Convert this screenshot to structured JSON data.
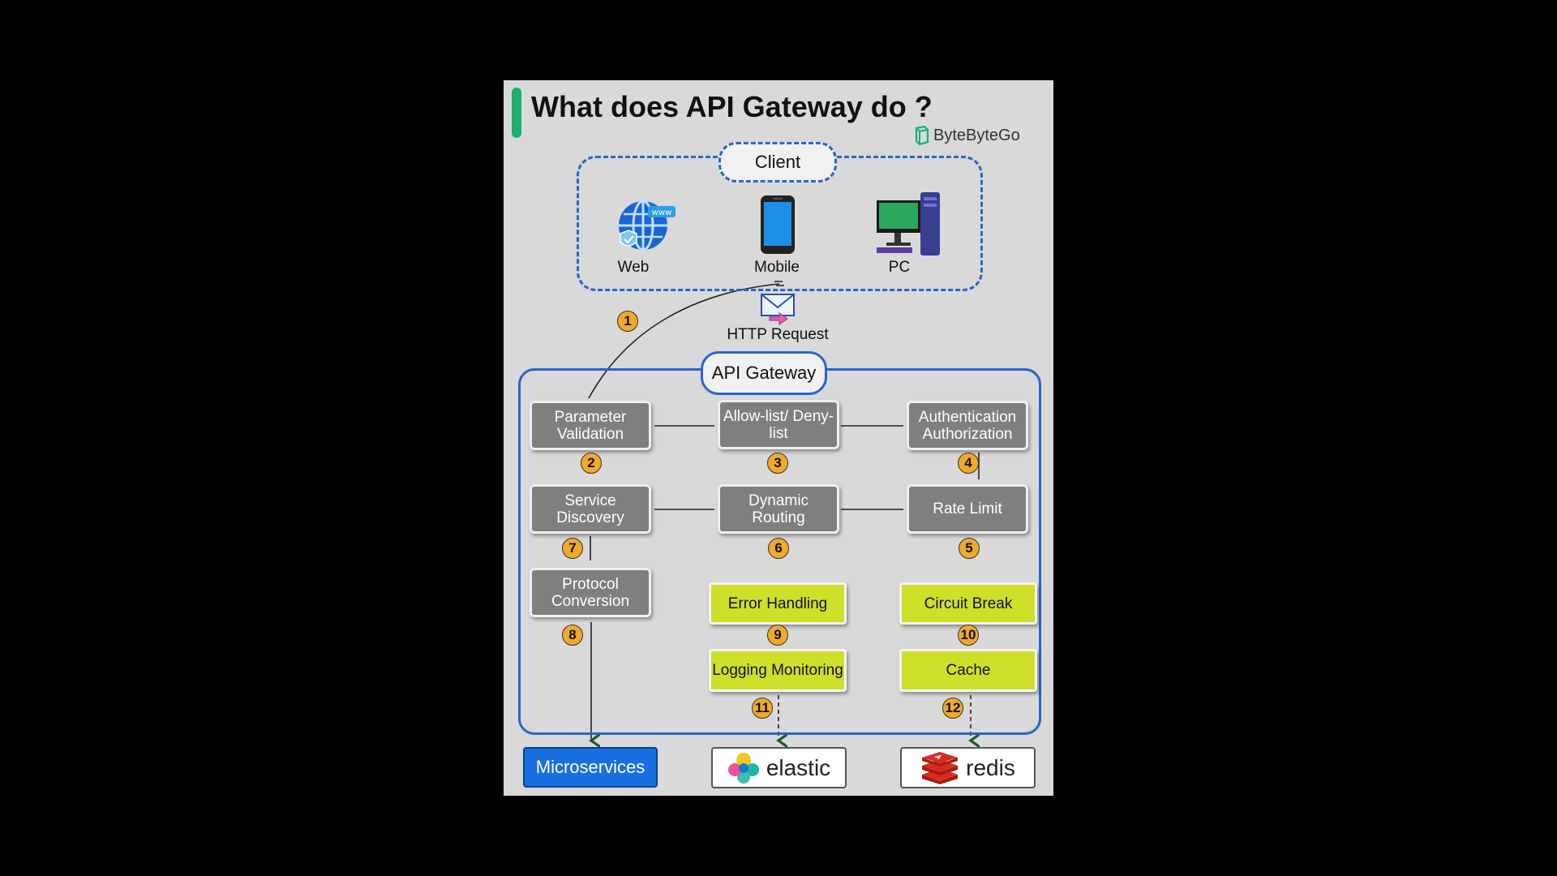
{
  "title": "What does API Gateway do ?",
  "brand": "ByteByteGo",
  "client": {
    "label": "Client",
    "devices": [
      {
        "label": "Web",
        "icon": "web-globe-icon"
      },
      {
        "label": "Mobile",
        "icon": "mobile-phone-icon"
      },
      {
        "label": "PC",
        "icon": "desktop-pc-icon"
      }
    ]
  },
  "request": {
    "label": "HTTP Request",
    "icon": "envelope-icon"
  },
  "gateway": {
    "label": "API Gateway",
    "steps": [
      {
        "num": "1"
      },
      {
        "num": "2",
        "label": "Parameter Validation"
      },
      {
        "num": "3",
        "label": "Allow-list/ Deny-list"
      },
      {
        "num": "4",
        "label": "Authentication Authorization"
      },
      {
        "num": "5",
        "label": "Rate Limit"
      },
      {
        "num": "6",
        "label": "Dynamic Routing"
      },
      {
        "num": "7",
        "label": "Service Discovery"
      },
      {
        "num": "8",
        "label": "Protocol Conversion"
      },
      {
        "num": "9",
        "label": "Error Handling"
      },
      {
        "num": "10",
        "label": "Circuit Break"
      },
      {
        "num": "11",
        "label": "Logging Monitoring"
      },
      {
        "num": "12",
        "label": "Cache"
      }
    ]
  },
  "targets": {
    "microservices": "Microservices",
    "elastic": "elastic",
    "redis": "redis"
  },
  "colors": {
    "frame_blue": "#2a66c9",
    "process_gray": "#7f7f7f",
    "auxiliary_yellow": "#cee02a",
    "number_orange": "#f1a928",
    "microservices_blue": "#1a6fe0"
  }
}
